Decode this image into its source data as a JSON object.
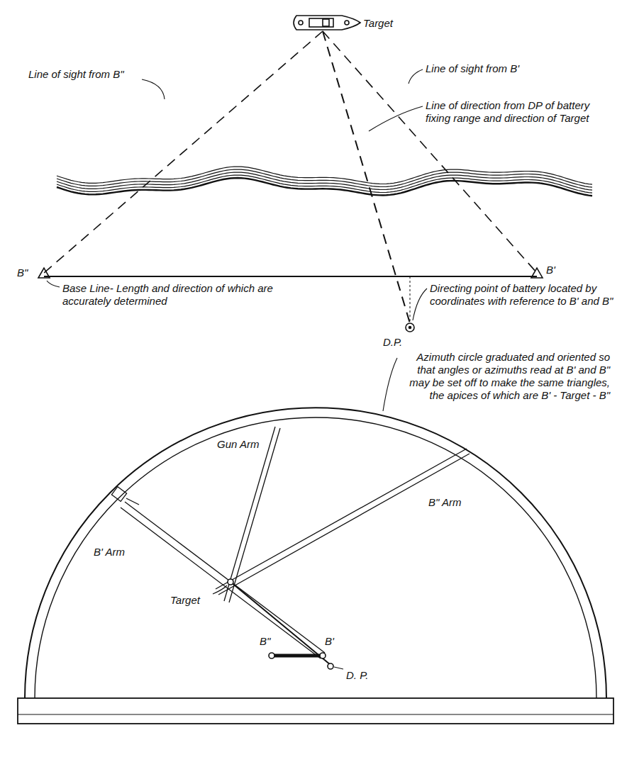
{
  "diagram": {
    "labels": [
      "Target",
      "Line of sight from B\"",
      "Line of sight from B'",
      "Line of direction from DP of battery fixing range and direction of Target",
      "B\"",
      "B'",
      "Base Line- Length and direction of which are accurately determined",
      "Directing point of battery located by coordinates with reference to B' and B\"",
      "D.P.",
      "Azimuth circle graduated and oriented so that angles or azimuths read at B' and B\" may be set off to make the same triangles, the apices of which are B' - Target - B\"",
      "Gun Arm",
      "B\" Arm",
      "B' Arm",
      "Target",
      "B\"",
      "B'",
      "D. P."
    ]
  }
}
